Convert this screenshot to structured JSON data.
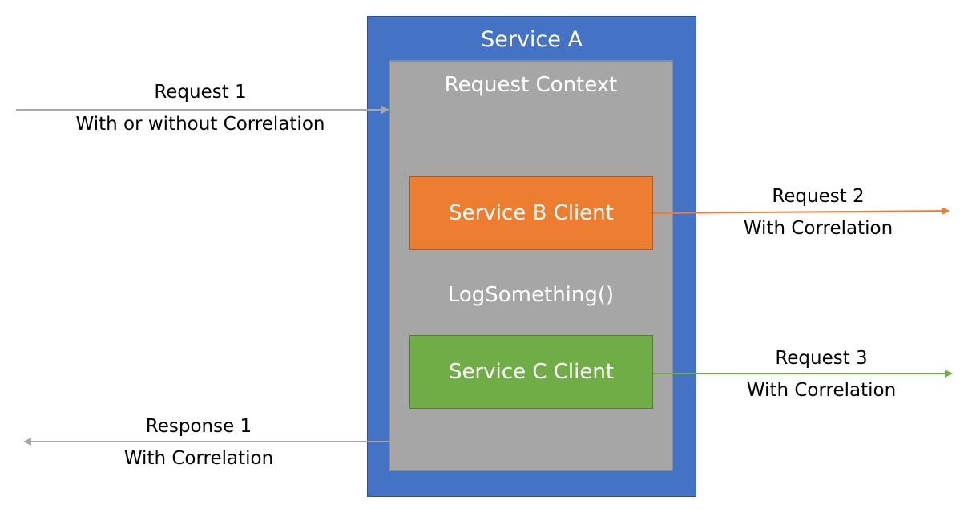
{
  "diagram": {
    "service_a": {
      "title": "Service A",
      "color": "#4472c4"
    },
    "context": {
      "title": "Request Context",
      "color": "#a6a6a6"
    },
    "client_b": {
      "label": "Service B Client",
      "color": "#ed7d31"
    },
    "client_c": {
      "label": "Service C Client",
      "color": "#70ad47"
    },
    "method_call": "LogSomething()",
    "arrows": {
      "request1": {
        "line1": "Request 1",
        "line2": "With or without Correlation",
        "color": "#a6a6a6"
      },
      "request2": {
        "line1": "Request 2",
        "line2": "With Correlation",
        "color": "#ed7d31"
      },
      "request3": {
        "line1": "Request 3",
        "line2": "With Correlation",
        "color": "#70ad47"
      },
      "response1": {
        "line1": "Response 1",
        "line2": "With Correlation",
        "color": "#a6a6a6"
      }
    }
  }
}
